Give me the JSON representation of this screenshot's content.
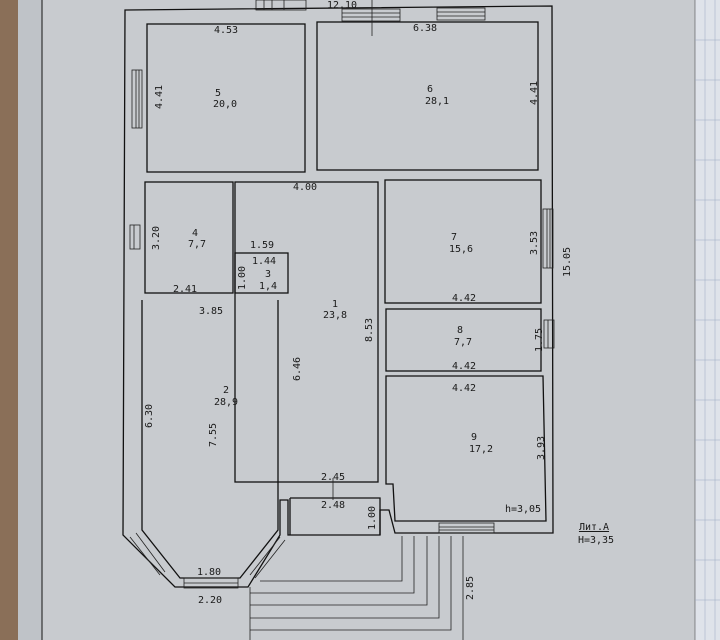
{
  "colors": {
    "paper": "#c8cbcf",
    "ink": "#111111",
    "carpet": "#8a6f58",
    "grid_paper": "#dfe3ea"
  },
  "overall": {
    "width": "12.10",
    "depth": "15.05",
    "height_room": "h=3,05",
    "liter": "Лит.А",
    "height_building": "H=3,35"
  },
  "rooms": [
    {
      "number": "1",
      "area": "23,8"
    },
    {
      "number": "2",
      "area": "28,9"
    },
    {
      "number": "3",
      "area": "1,4"
    },
    {
      "number": "4",
      "area": "7,7"
    },
    {
      "number": "5",
      "area": "20,0"
    },
    {
      "number": "6",
      "area": "28,1"
    },
    {
      "number": "7",
      "area": "15,6"
    },
    {
      "number": "8",
      "area": "7,7"
    },
    {
      "number": "9",
      "area": "17,2"
    }
  ],
  "dims": {
    "r5_w": "4.53",
    "r5_h": "4.41",
    "r6_w": "6.38",
    "r6_h": "4.41",
    "corr_w": "4.00",
    "r4_h": "3.20",
    "r4_w": "2.41",
    "r3_top": "1.59",
    "r3_w": "1.44",
    "r3_h": "1.00",
    "r7_h": "3.53",
    "r7_w": "4.42",
    "r8_w": "4.42",
    "r8_h": "1.75",
    "r9_w": "4.42",
    "r9_h": "3.93",
    "r1_h": "8.53",
    "r1_side": "6.46",
    "r2_w": "3.85",
    "r2_side": "6.30",
    "r2_h": "7.55",
    "r2_bay": "1.80",
    "r2_bay_out": "2.20",
    "entry_in": "2.45",
    "entry_out": "2.48",
    "porch_h": "1.00",
    "steps": "2.85"
  }
}
